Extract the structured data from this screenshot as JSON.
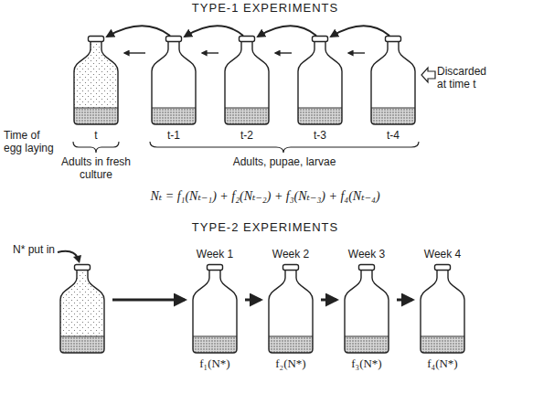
{
  "diagram": {
    "nodes": [
      {
        "text": [
          "t"
        ]
      },
      {
        "text": [
          "t-1"
        ]
      },
      {
        "text": [
          "t-2"
        ]
      },
      {
        "text": [
          "t-3"
        ]
      },
      {
        "text": [
          "t-4"
        ]
      },
      {
        "text": [
          "N* put in"
        ]
      },
      {
        "text": [
          "Week 1",
          "f₁(N*)"
        ]
      },
      {
        "text": [
          "Week 2",
          "f₂(N*)"
        ]
      },
      {
        "text": [
          "Week 3",
          "f₃(N*)"
        ]
      },
      {
        "text": [
          "Week 4",
          "f₄(N*)"
        ]
      }
    ],
    "edges": [
      {
        "from": 1,
        "to": 0,
        "arrow": "to"
      },
      {
        "from": 2,
        "to": 1,
        "arrow": "to"
      },
      {
        "from": 3,
        "to": 2,
        "arrow": "to"
      },
      {
        "from": 4,
        "to": 3,
        "arrow": "to"
      },
      {
        "from": 5,
        "to": 6,
        "arrow": "to"
      },
      {
        "from": 6,
        "to": 7,
        "arrow": "to"
      },
      {
        "from": 7,
        "to": 8,
        "arrow": "to"
      },
      {
        "from": 8,
        "to": 9,
        "arrow": "to"
      }
    ],
    "labels": [
      "TYPE-1 EXPERIMENTS",
      "Time of egg laying",
      "Discarded at time t",
      "Adults in fresh culture",
      "Adults, pupae, larvae",
      "Nₜ = f₁(Nₜ₋₁) + f₂(Nₜ₋₂) + f₃(Nₜ₋₃) + f₄(Nₜ₋₄)",
      "TYPE-2 EXPERIMENTS"
    ]
  }
}
